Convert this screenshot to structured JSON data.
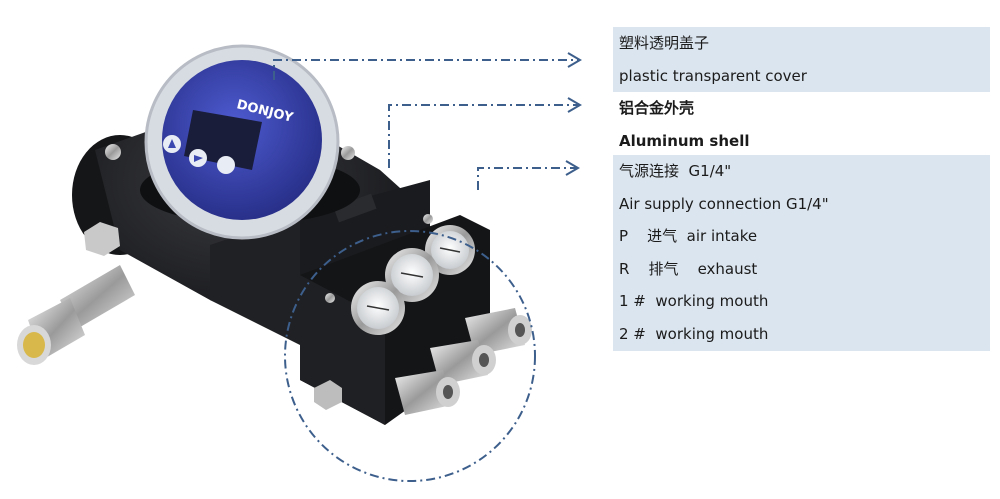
{
  "product": {
    "brand_label": "DONJOY",
    "description": "Electro-pneumatic valve positioner with digital display, three pressure gauges and compression fittings"
  },
  "callouts": [
    {
      "id": "cover",
      "lines": [
        "塑料透明盖子",
        "plastic transparent cover"
      ],
      "shaded": true,
      "bold": false
    },
    {
      "id": "shell",
      "lines": [
        "铝合金外壳",
        "Aluminum shell"
      ],
      "shaded": false,
      "bold": true
    },
    {
      "id": "air-supply",
      "lines": [
        "气源连接  G1/4\"",
        "Air supply connection G1/4\"",
        "P    进气  air intake",
        "R    排气    exhaust",
        "1 #  working mouth",
        "2 #  working mouth"
      ],
      "shaded": true,
      "bold": false
    }
  ],
  "colors": {
    "panel_fill": "#dbe5ef",
    "leader_line": "#3d5f8c",
    "housing": "#1e1f22",
    "display_blue": "#3b48b0"
  }
}
